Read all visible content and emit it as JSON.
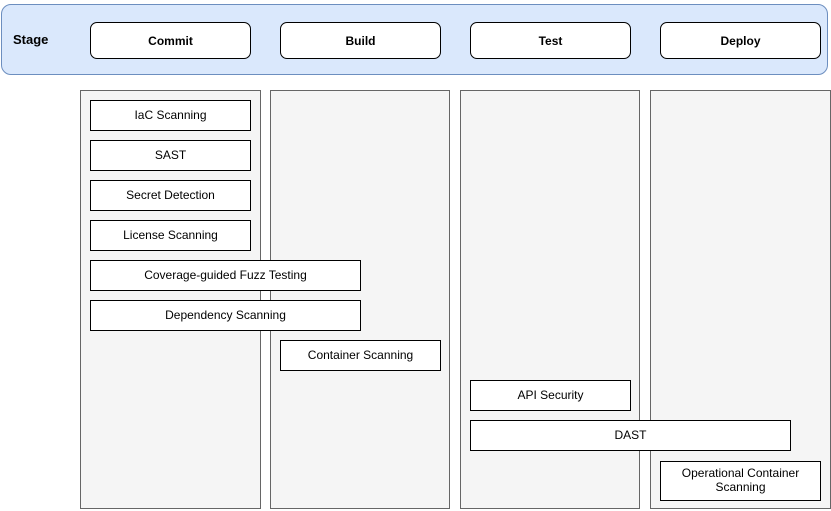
{
  "diagram": {
    "stage_label": "Stage",
    "stages": [
      {
        "label": "Commit"
      },
      {
        "label": "Build"
      },
      {
        "label": "Test"
      },
      {
        "label": "Deploy"
      }
    ],
    "scans": [
      {
        "label": "IaC Scanning",
        "stage": "Commit"
      },
      {
        "label": "SAST",
        "stage": "Commit"
      },
      {
        "label": "Secret Detection",
        "stage": "Commit"
      },
      {
        "label": "License Scanning",
        "stage": "Commit"
      },
      {
        "label": "Coverage-guided Fuzz Testing",
        "stage": "Commit-Build"
      },
      {
        "label": "Dependency Scanning",
        "stage": "Commit-Build"
      },
      {
        "label": "Container Scanning",
        "stage": "Build"
      },
      {
        "label": "API Security",
        "stage": "Test"
      },
      {
        "label": "DAST",
        "stage": "Test-Deploy"
      },
      {
        "label": "Operational Container Scanning",
        "stage": "Deploy"
      }
    ],
    "colors": {
      "stage_band_fill": "#dae8fc",
      "stage_band_border": "#6c8ebf",
      "lane_fill": "#f5f5f5",
      "lane_border": "#666666",
      "node_fill": "#ffffff",
      "node_border": "#000000"
    }
  }
}
